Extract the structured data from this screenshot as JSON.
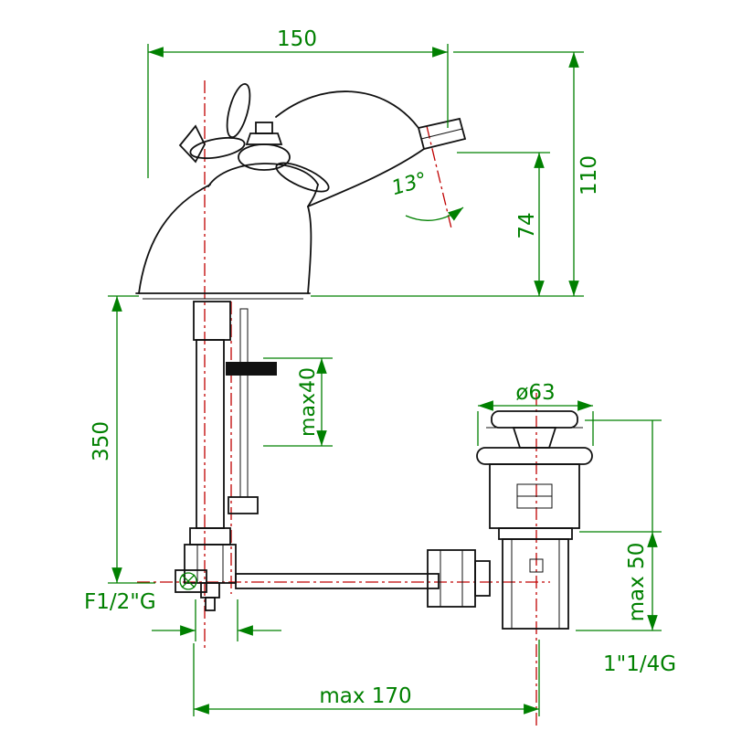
{
  "title": "Basin mixer faucet technical drawing",
  "colors": {
    "dimension": "#008000",
    "centerline": "#c00000",
    "outline": "#111111",
    "background": "#ffffff"
  },
  "dimensions": {
    "spout_reach": "150",
    "overall_height": "110",
    "outlet_height": "74",
    "spout_angle": "13°",
    "hose_length": "350",
    "deck_thickness": "max40",
    "waste_cap_diameter": "ø63",
    "waste_depth": "max 50",
    "inlet_thread": "F1/2\"G",
    "waste_thread": "1\"1/4G",
    "rod_reach": "max 170"
  }
}
